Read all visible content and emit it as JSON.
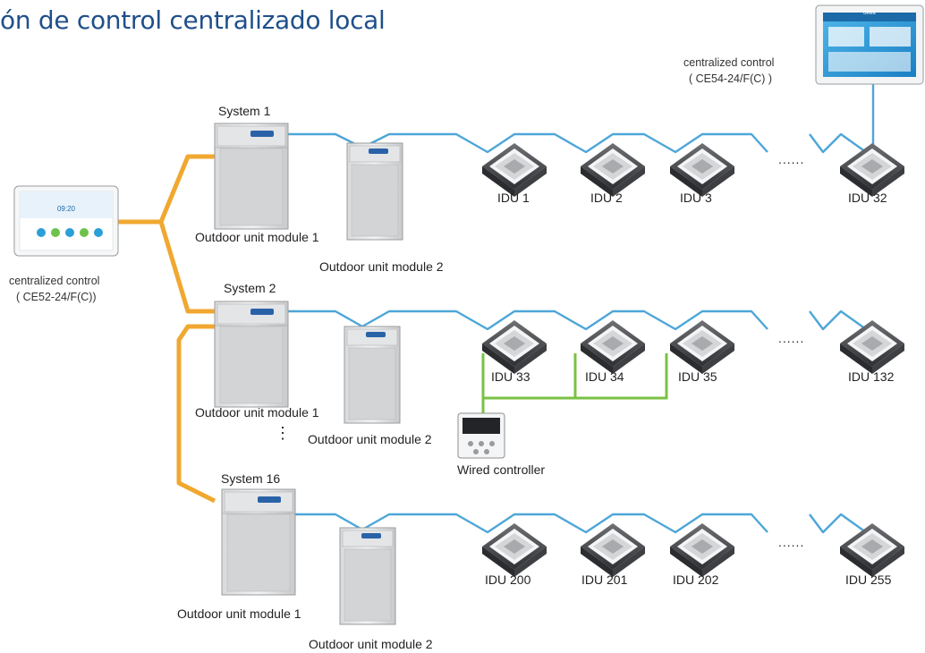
{
  "title": "ón de control centralizado local",
  "colors": {
    "title": "#1f4f8a",
    "refrigerant_line": "#4da6d8",
    "communication_line": "#f0a830",
    "wired_controller_line": "#7ac143"
  },
  "centralized_controls": [
    {
      "name": "centralized control",
      "model": "( CE54-24/F(C) )",
      "screen_header": "GREE"
    },
    {
      "name": "centralized control",
      "model": "( CE52-24/F(C))",
      "screen_clock": "09:20"
    }
  ],
  "systems": [
    {
      "label": "System 1",
      "module1": "Outdoor unit module 1",
      "module2": "Outdoor unit module 2",
      "idus": [
        "IDU 1",
        "IDU 2",
        "IDU 3",
        "IDU 32"
      ]
    },
    {
      "label": "System 2",
      "module1": "Outdoor unit module 1",
      "module2": "Outdoor unit module 2",
      "idus": [
        "IDU 33",
        "IDU 34",
        "IDU 35",
        "IDU 132"
      ]
    },
    {
      "label": "System 16",
      "module1": "Outdoor unit module 1",
      "module2": "Outdoor unit module 2",
      "idus": [
        "IDU 200",
        "IDU 201",
        "IDU 202",
        "IDU 255"
      ]
    }
  ],
  "ellipsis": "......",
  "vertical_ellipsis": "⋮",
  "wired_controller": {
    "label": "Wired controller"
  }
}
